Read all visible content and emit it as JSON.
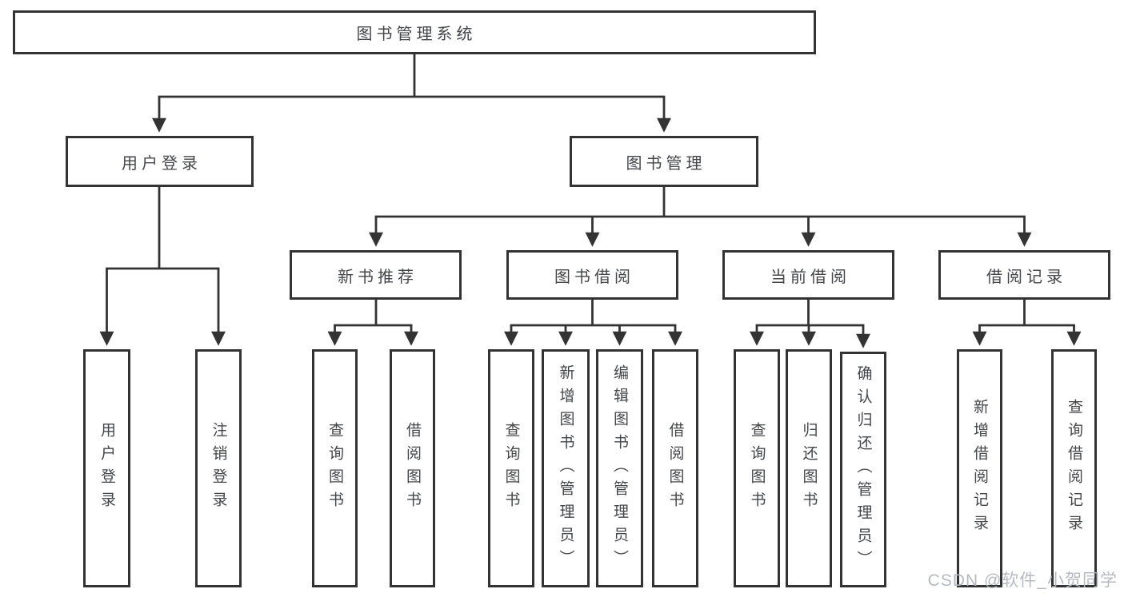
{
  "tree": {
    "root": "图书管理系统",
    "branches": [
      {
        "label": "用户登录",
        "children": [
          "用户登录",
          "注销登录"
        ]
      },
      {
        "label": "图书管理",
        "sections": [
          {
            "label": "新书推荐",
            "children": [
              "查询图书",
              "借阅图书"
            ]
          },
          {
            "label": "图书借阅",
            "children": [
              "查询图书",
              "新增图书（管理员）",
              "编辑图书（管理员）",
              "借阅图书"
            ]
          },
          {
            "label": "当前借阅",
            "children": [
              "查询图书",
              "归还图书",
              "确认归还（管理员）"
            ]
          },
          {
            "label": "借阅记录",
            "children": [
              "新增借阅记录",
              "查询借阅记录"
            ]
          }
        ]
      }
    ]
  },
  "watermark": "CSDN @软件_小贺同学",
  "colors": {
    "line": "#333333",
    "box_border": "#333333",
    "text": "#44464a",
    "background": "#ffffff",
    "watermark": "#b2b6bd"
  }
}
